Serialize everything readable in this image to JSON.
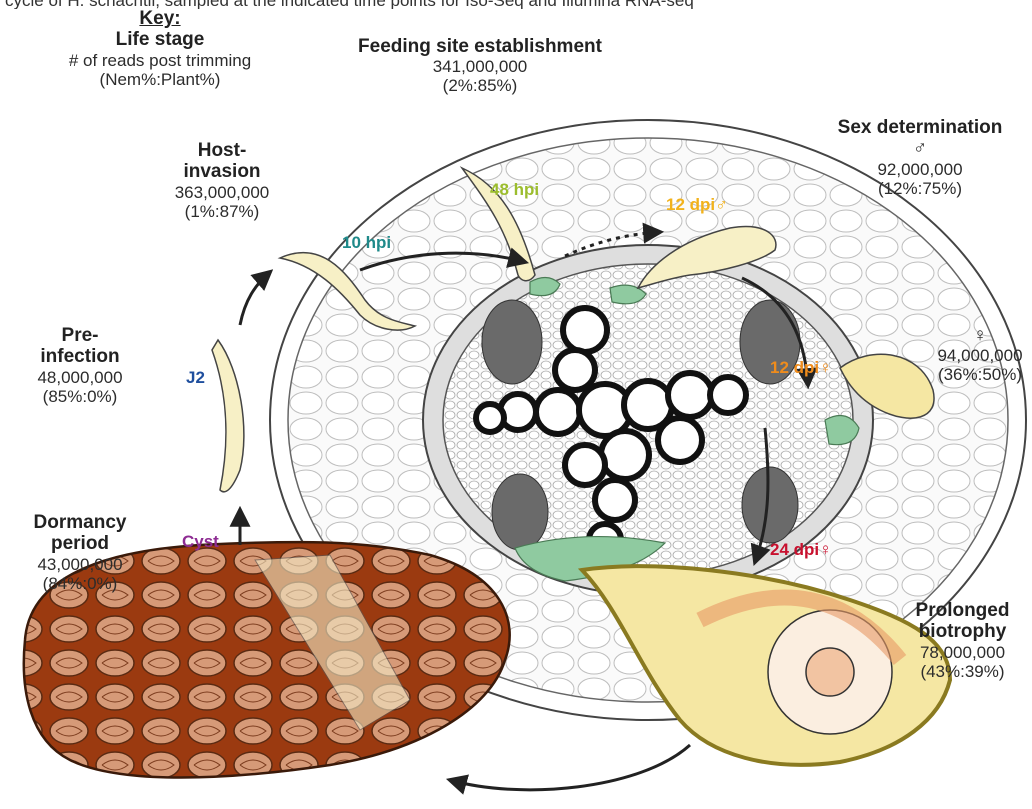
{
  "top_cut_text": "cycle of H. schachtii, sampled at the indicated time points for Iso-Seq and Illumina RNA-seq",
  "key": {
    "title": "Key:",
    "line1": "Life stage",
    "line2": "# of reads post trimming",
    "line3": "(Nem%:Plant%)"
  },
  "stages": {
    "feeding": {
      "title": "Feeding site establishment",
      "reads": "341,000,000",
      "ratio": "(2%:85%)"
    },
    "host": {
      "title1": "Host-",
      "title2": "invasion",
      "reads": "363,000,000",
      "ratio": "(1%:87%)"
    },
    "sexdet": {
      "title": "Sex determination",
      "male_symbol": "♂",
      "reads_male": "92,000,000",
      "ratio_male": "(12%:75%)",
      "female_symbol": "♀",
      "reads_female": "94,000,000",
      "ratio_female": "(36%:50%)"
    },
    "preinf": {
      "title1": "Pre-",
      "title2": "infection",
      "reads": "48,000,000",
      "ratio": "(85%:0%)"
    },
    "dormancy": {
      "title1": "Dormancy",
      "title2": "period",
      "reads": "43,000,000",
      "ratio": "(84%:0%)"
    },
    "biotrophy": {
      "title1": "Prolonged",
      "title2": "biotrophy",
      "reads": "78,000,000",
      "ratio": "(43%:39%)"
    }
  },
  "timepoints": {
    "hpi48": "48 hpi",
    "hpi10": "10 hpi",
    "dpi12m": "12 dpi♂",
    "dpi12f": "12 dpi♀",
    "dpi24f": "24 dpi♀",
    "j2": "J2",
    "cyst": "Cyst"
  },
  "colors": {
    "hpi48": "#9cbd2e",
    "hpi10": "#1f8a8a",
    "dpi12m": "#f2b21b",
    "dpi12f": "#ef8c1c",
    "dpi24f": "#c8102e",
    "j2": "#1f4f9e",
    "cyst": "#8e2c93",
    "cyst_fill": "#9b3a10",
    "feeding_site": "#8fcaa0",
    "vascular": "#6b6b6b",
    "cortex_cells": "#e6e6e6",
    "nematode": "#f7f0c6",
    "female_body": "#f5e7a3"
  }
}
